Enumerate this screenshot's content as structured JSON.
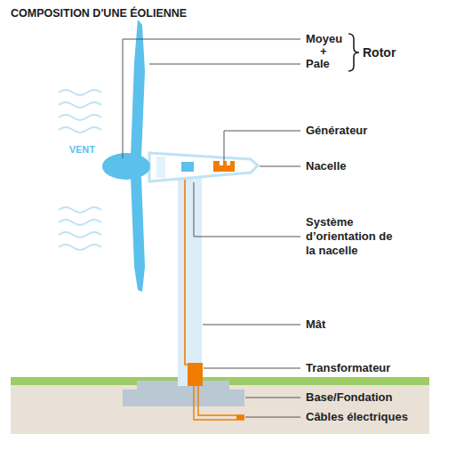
{
  "diagram": {
    "title": "COMPOSITION D'UNE ÉOLIENNE",
    "labels": [
      "Moyeu",
      "+",
      "Pale",
      "Rotor",
      "Générateur",
      "Nacelle",
      "Système d’orientation de la nacelle",
      "Mât",
      "Transformateur",
      "Base/Fondation",
      "Câbles électriques",
      "VENT"
    ]
  }
}
